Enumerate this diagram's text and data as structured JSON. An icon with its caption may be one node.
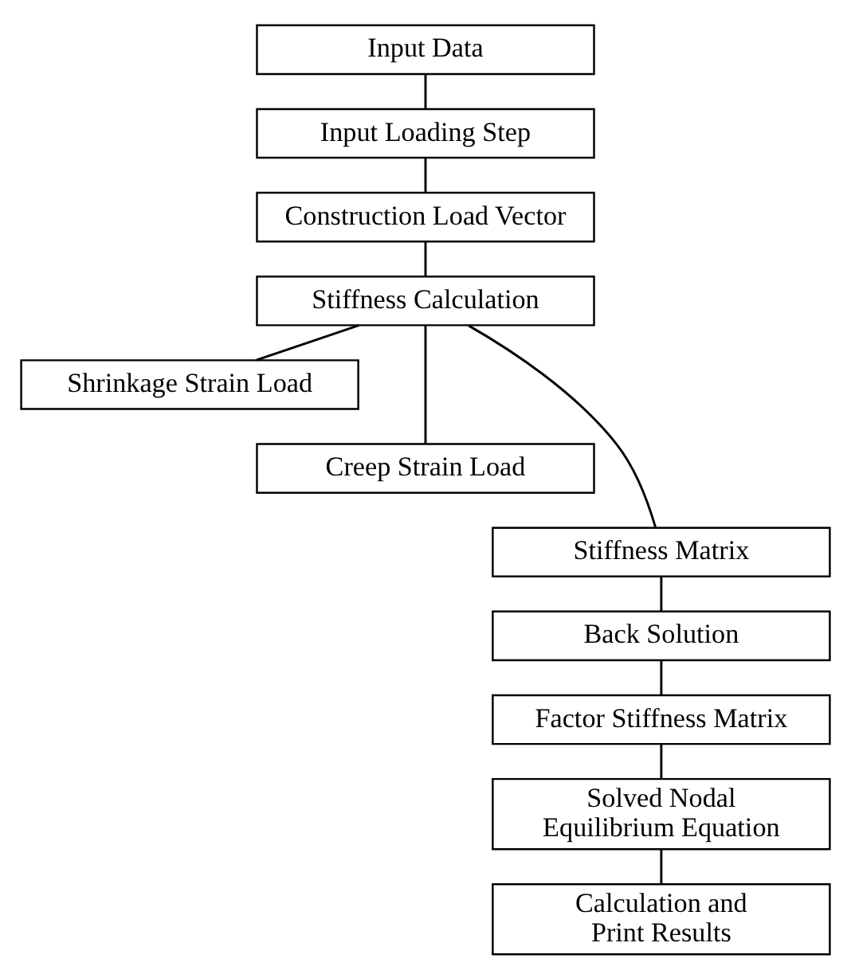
{
  "diagram": {
    "nodes": [
      {
        "text": [
          "Input Data"
        ]
      },
      {
        "text": [
          "Input Loading Step"
        ]
      },
      {
        "text": [
          "Construction Load Vector"
        ]
      },
      {
        "text": [
          "Stiffness Calculation"
        ]
      },
      {
        "text": [
          "Shrinkage Strain Load"
        ]
      },
      {
        "text": [
          "Creep Strain Load"
        ]
      },
      {
        "text": [
          "Stiffness Matrix"
        ]
      },
      {
        "text": [
          "Back Solution"
        ]
      },
      {
        "text": [
          "Factor Stiffness Matrix"
        ]
      },
      {
        "text": [
          "Solved Nodal Equilibrium Equation"
        ]
      },
      {
        "text": [
          "Calculation and Print Results"
        ]
      }
    ],
    "edges": [
      {
        "from": 0,
        "to": 1,
        "arrow": "none"
      },
      {
        "from": 1,
        "to": 2,
        "arrow": "none"
      },
      {
        "from": 2,
        "to": 3,
        "arrow": "none"
      },
      {
        "from": 3,
        "to": 4,
        "arrow": "none"
      },
      {
        "from": 3,
        "to": 5,
        "arrow": "none"
      },
      {
        "from": 3,
        "to": 6,
        "arrow": "none"
      },
      {
        "from": 6,
        "to": 7,
        "arrow": "none"
      },
      {
        "from": 7,
        "to": 8,
        "arrow": "none"
      },
      {
        "from": 8,
        "to": 9,
        "arrow": "none"
      },
      {
        "from": 9,
        "to": 10,
        "arrow": "none"
      }
    ]
  }
}
